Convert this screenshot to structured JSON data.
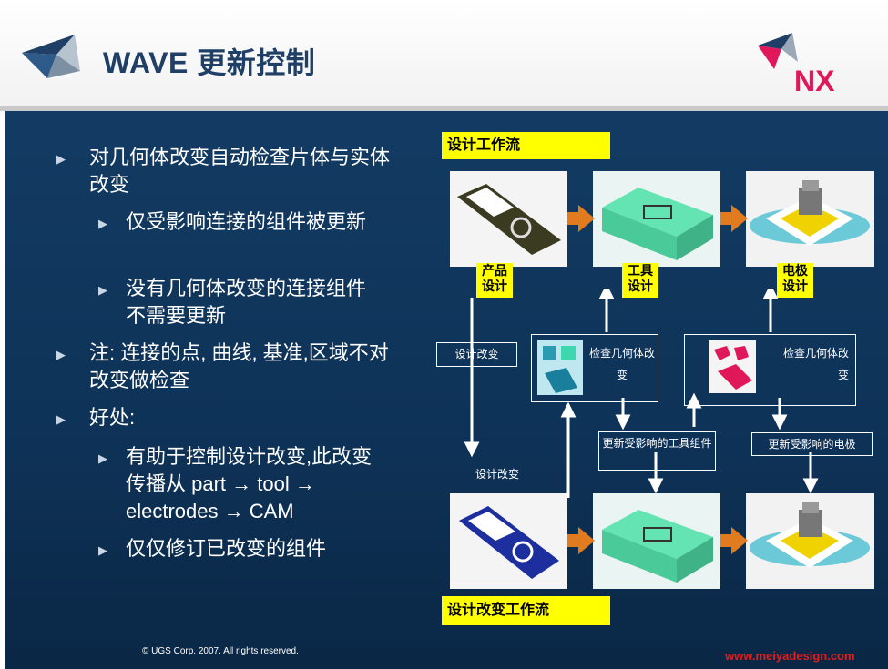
{
  "slide": {
    "title": "WAVE 更新控制",
    "footer": "© UGS Corp. 2007. All rights reserved.",
    "watermark": "www.meiyadesign.com",
    "brand": "NX",
    "colors": {
      "navy": "#133b63",
      "yellow": "#ffff00",
      "orange": "#e07b1f",
      "nx_red": "#e0185a"
    }
  },
  "bullets": [
    {
      "level": 1,
      "text": "对几何体改变自动检查片体与实体改变"
    },
    {
      "level": 2,
      "text": "仅受影响连接的组件被更新"
    },
    {
      "level": 2,
      "text": "没有几何体改变的连接组件不需要更新"
    },
    {
      "level": 1,
      "text": "注: 连接的点, 曲线, 基准,区域不对改变做检查"
    },
    {
      "level": 1,
      "text": "好处:"
    },
    {
      "level": 2,
      "text": " 有助于控制设计改变,此改变传播从 part → tool → electrodes → CAM"
    },
    {
      "level": 2,
      "text": "仅仅修订已改变的组件"
    }
  ],
  "diagram": {
    "workflow_label": "设计工作流",
    "change_workflow_label": "设计改变工作流",
    "stage_product": "产品设计",
    "stage_tool": "工具设计",
    "stage_electrode": "电极设计",
    "design_change_box": "设计改变",
    "design_change_text": "设计改变",
    "check_geometry_1": "检查几何体改变",
    "check_geometry_2": "检查几何体改变",
    "update_tool": "更新受影响的工具组件",
    "update_electrode": "更新受影响的电极"
  }
}
